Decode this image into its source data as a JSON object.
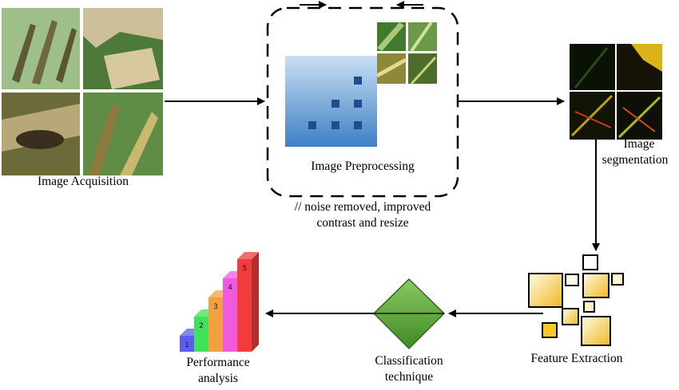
{
  "stages": {
    "acquisition": {
      "label": "Image Acquisition",
      "icon": "leaf-photo-grid-icon"
    },
    "preprocessing": {
      "label": "Image Preprocessing",
      "note_line1": "// noise removed, improved",
      "note_line2": "contrast and resize",
      "icon": "image-file-icon"
    },
    "segmentation": {
      "label_line1": "Image",
      "label_line2": "segmentation",
      "icon": "segmented-image-grid-icon"
    },
    "feature": {
      "label": "Feature Extraction",
      "icon": "feature-squares-icon"
    },
    "classification": {
      "label_line1": "Classification",
      "label_line2": "technique",
      "icon": "diamond-icon"
    },
    "performance": {
      "label_line1": "Performance",
      "label_line2": "analysis",
      "icon": "bar-steps-icon",
      "bars": [
        {
          "label": "1",
          "color": "#5a5cf0"
        },
        {
          "label": "2",
          "color": "#3fe05a"
        },
        {
          "label": "3",
          "color": "#f5a040"
        },
        {
          "label": "4",
          "color": "#f05ae0"
        },
        {
          "label": "5",
          "color": "#f03c3c"
        }
      ]
    }
  },
  "colors": {
    "diamond": "#5fa838",
    "squares": "#f6c830",
    "file": "#6a9fd6"
  }
}
